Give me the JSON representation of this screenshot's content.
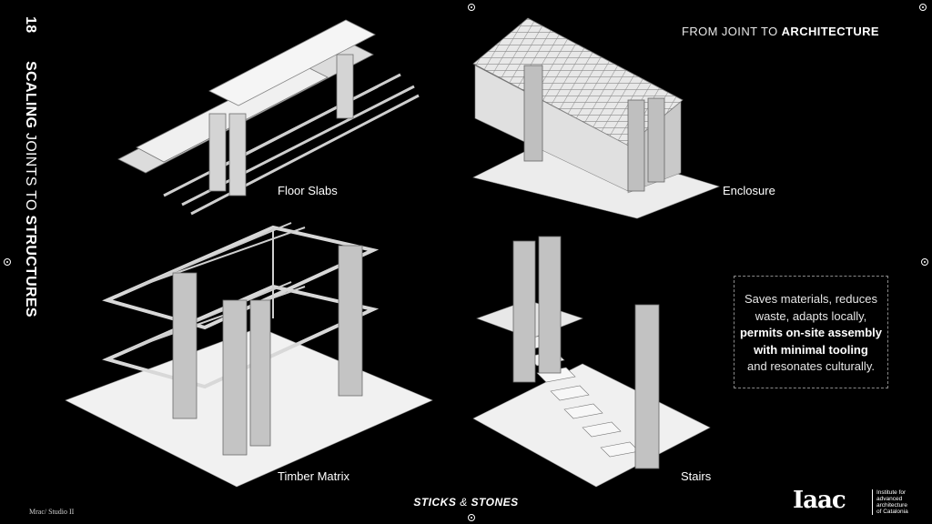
{
  "page": {
    "number": "18"
  },
  "side_title": {
    "bold1": "SCALING",
    "light1": "JOINTS TO",
    "bold2": "STRUCTURES"
  },
  "top_right": {
    "light": "FROM JOINT TO",
    "bold": "ARCHITECTURE"
  },
  "labels": {
    "floor_slabs": "Floor Slabs",
    "enclosure": "Enclosure",
    "timber_matrix": "Timber Matrix",
    "stairs": "Stairs"
  },
  "callout": {
    "line1": "Saves materials, reduces",
    "line2": "waste, adapts locally,",
    "bold1": "permits on-site assembly",
    "bold2": "with minimal tooling",
    "line3": "and resonates culturally."
  },
  "footer": {
    "title_part1": "STICKS",
    "title_amp": "&",
    "title_part2": "STONES",
    "left": "Mrac/ Studio II"
  },
  "logo": {
    "mark": "Iaac",
    "text_lines": [
      "Institute for",
      "advanced",
      "architecture",
      "of Catalonia"
    ]
  },
  "colors": {
    "background": "#000000",
    "text": "#ffffff",
    "model": "#e4e4e4",
    "model_shadow": "#9a9a9a"
  }
}
